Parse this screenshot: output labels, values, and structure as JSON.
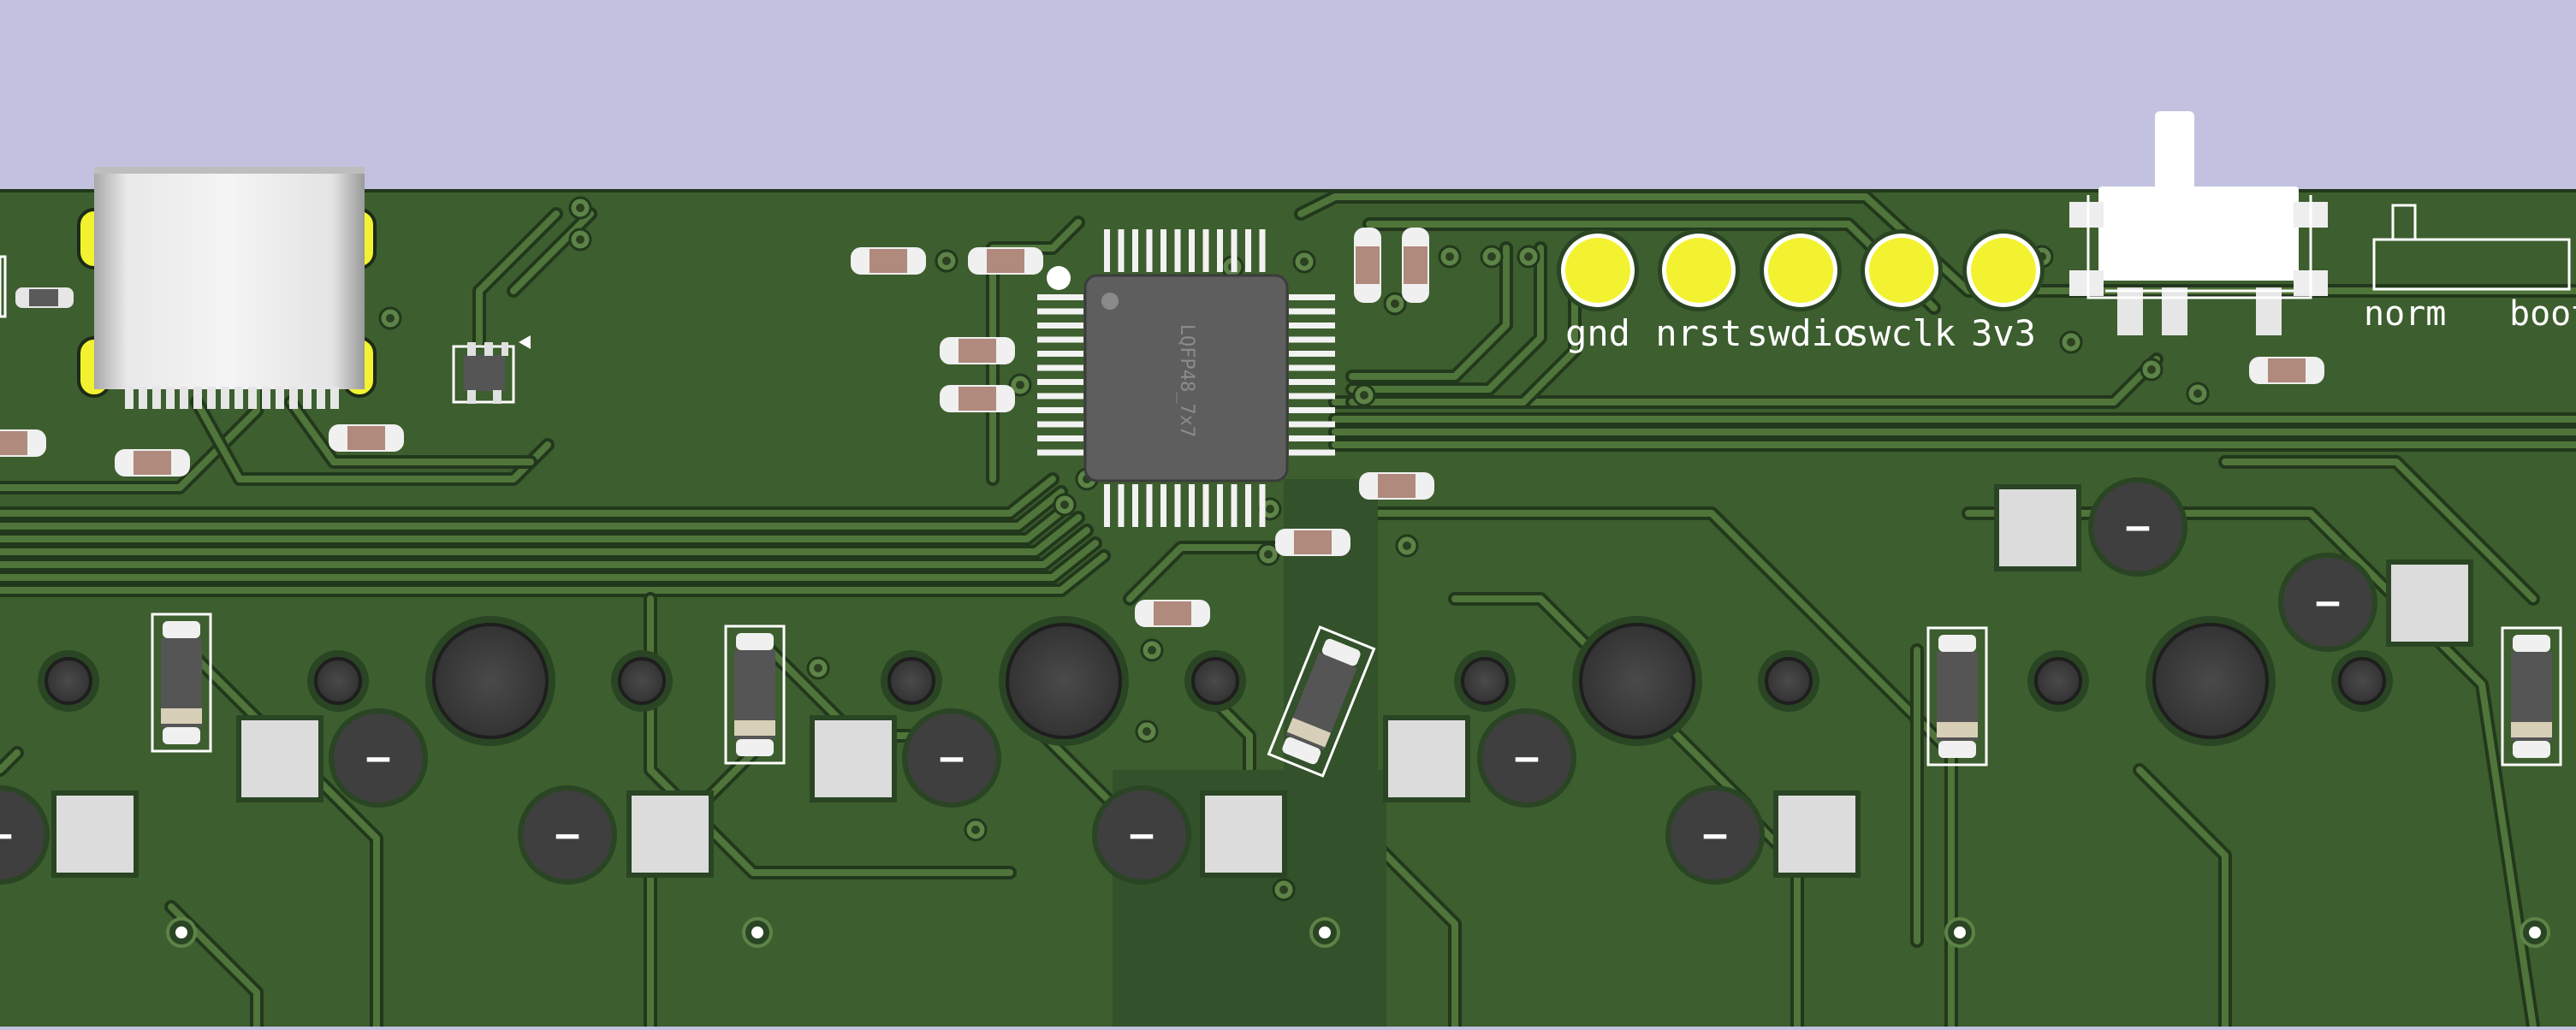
{
  "colors": {
    "sky": "#c2c2e0",
    "board": "#3d5e2e",
    "board_dark": "#2a4523",
    "trace": "#50753a",
    "trace_edge": "#22381c",
    "silk": "#ffffff",
    "pad_yellow": "#f2f231",
    "pad_grey": "#dcdcdc",
    "hole": "#3f3f3f",
    "chip": "#5a5a5a",
    "resistor_body": "#b08a7c"
  },
  "chip": {
    "marking": "LQFP48_7x7"
  },
  "test_pads": [
    {
      "label": "gnd"
    },
    {
      "label": "nrst"
    },
    {
      "label": "swdio"
    },
    {
      "label": "swclk"
    },
    {
      "label": "3v3"
    }
  ],
  "switch_labels": {
    "norm": "norm",
    "boot": "boot"
  },
  "pad_symbol": "–",
  "icons": [
    "usb-c-connector-icon",
    "slide-switch-icon"
  ]
}
